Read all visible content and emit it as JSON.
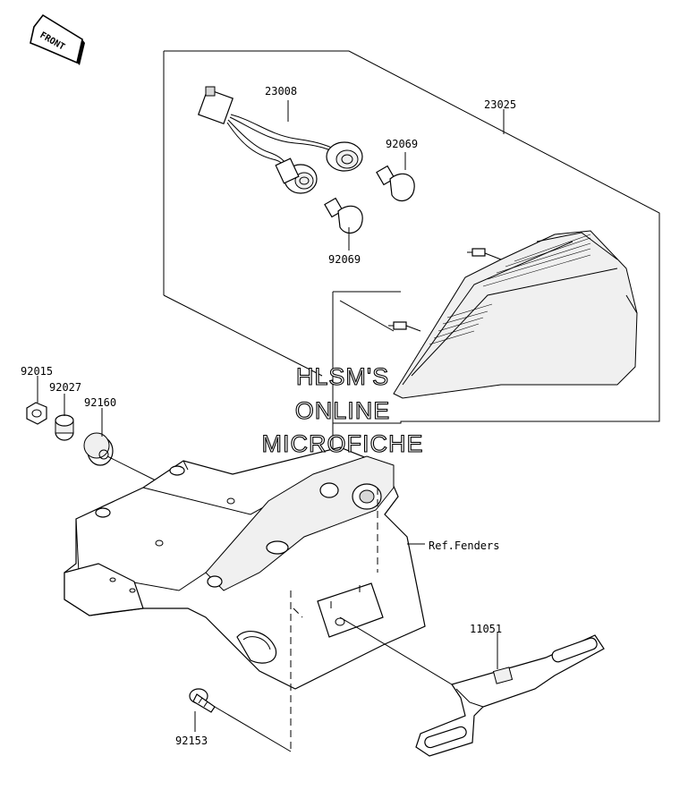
{
  "front_badge": {
    "text": "FRONT"
  },
  "parts": [
    {
      "number": "23008"
    },
    {
      "number": "23025"
    },
    {
      "number": "92069"
    },
    {
      "number": "92069"
    },
    {
      "number": "92015"
    },
    {
      "number": "92027"
    },
    {
      "number": "92160"
    },
    {
      "number": "11051"
    },
    {
      "number": "92153"
    }
  ],
  "reference": {
    "text": "Ref.Fenders"
  },
  "watermark": {
    "line1": "HLSM'S",
    "line2": "ONLINE",
    "line3": "MICROFICHE"
  }
}
